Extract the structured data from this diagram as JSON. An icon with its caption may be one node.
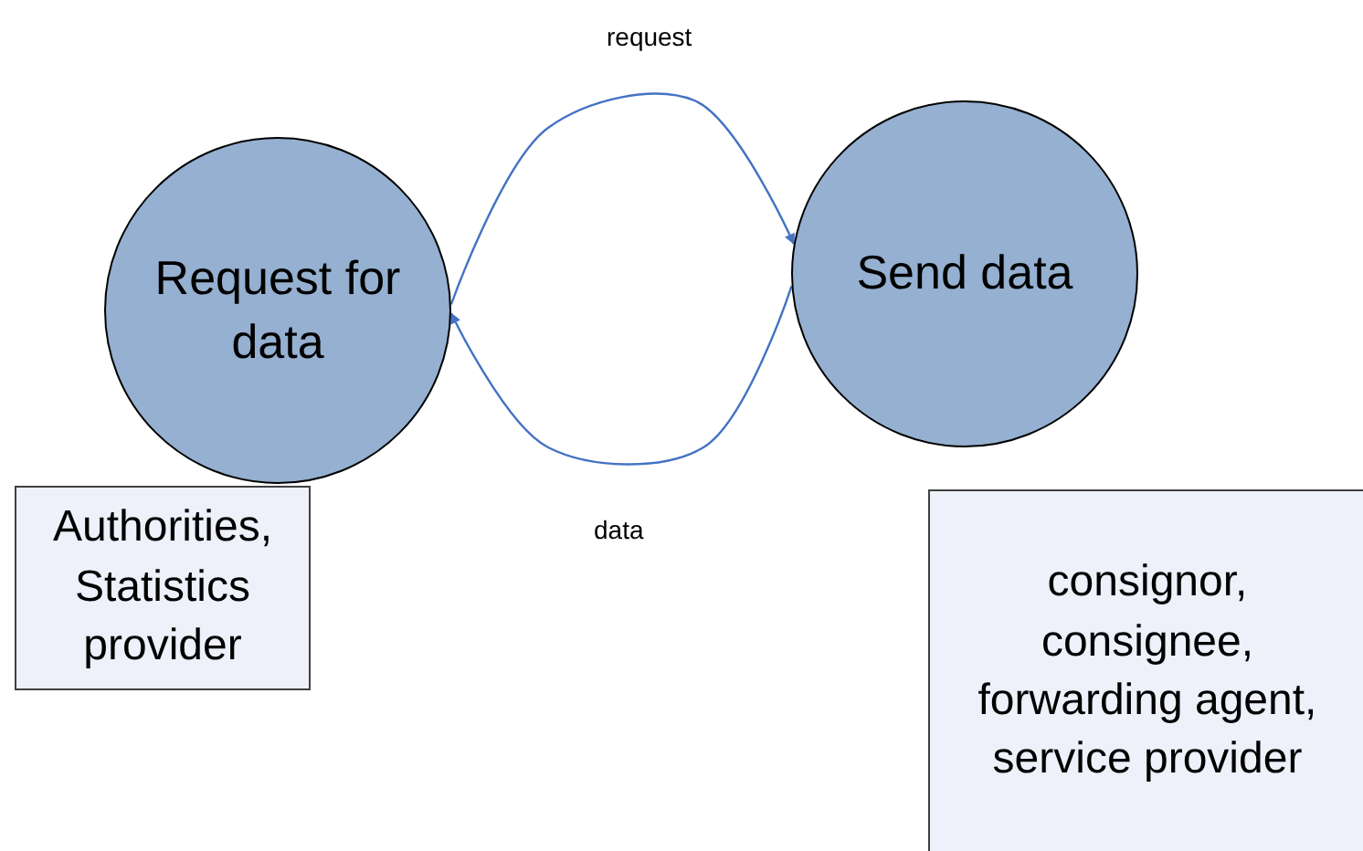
{
  "diagram": {
    "nodes": [
      {
        "text": [
          "Request for data"
        ]
      },
      {
        "text": [
          "Send data"
        ]
      },
      {
        "text": [
          "Authorities, Statistics provider"
        ]
      },
      {
        "text": [
          "consignor, consignee, forwarding agent, service provider"
        ]
      }
    ],
    "edges": [
      {
        "from": 0,
        "to": 1,
        "arrow": "to",
        "label": "request"
      },
      {
        "from": 1,
        "to": 0,
        "arrow": "to",
        "label": "data"
      }
    ]
  }
}
